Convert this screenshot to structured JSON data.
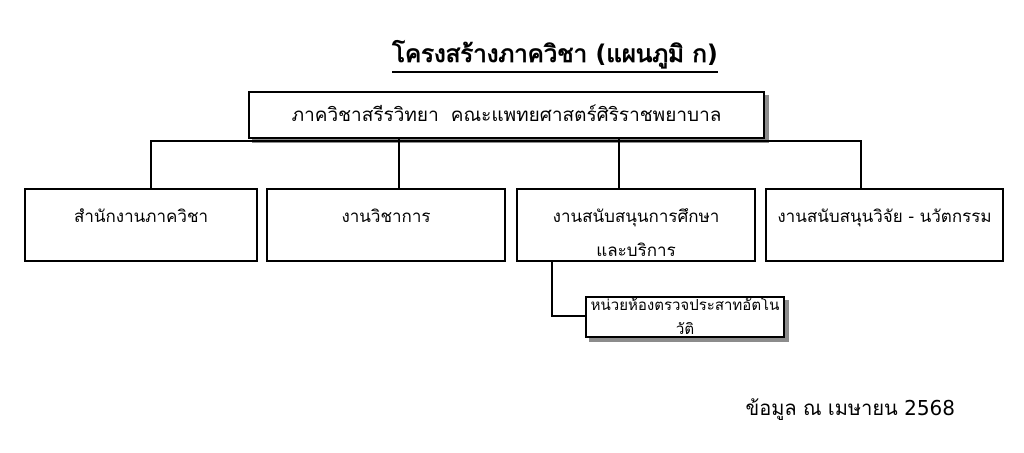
{
  "title": "โครงสร้างภาควิชา (แผนภูมิ ก)",
  "chart": {
    "root": {
      "label": "ภาควิชาสรีรวิทยา  คณะแพทยศาสตร์ศิริราชพยาบาล"
    },
    "children": [
      {
        "lines": [
          "สำนักงานภาควิชา"
        ]
      },
      {
        "lines": [
          "งานวิชาการ"
        ]
      },
      {
        "lines": [
          "งานสนับสนุนการศึกษา",
          "และบริการ"
        ]
      },
      {
        "lines": [
          "งานสนับสนุนวิจัย - นวัตกรรม"
        ]
      }
    ],
    "subunit": {
      "label": "หน่วยห้องตรวจประสาทอัตโนวัติ"
    }
  },
  "footer": {
    "note": "ข้อมูล ณ เมษายน 2568"
  },
  "colors": {
    "ink": "#000000",
    "background": "#ffffff",
    "box_shadow": "#8c8c8c"
  }
}
